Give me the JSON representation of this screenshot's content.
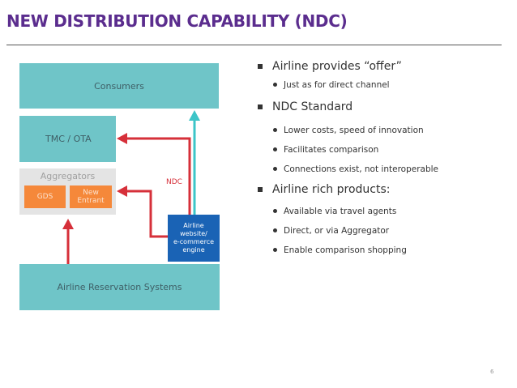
{
  "slide": {
    "title": "NEW DISTRIBUTION CAPABILITY (NDC)",
    "page_number": "6"
  },
  "colors": {
    "title": "#5b2d8e",
    "teal_box": "#6fc5c8",
    "orange_box": "#f5883a",
    "blue_box": "#1a63b5",
    "red_arrow": "#d6303a",
    "teal_arrow": "#3cc5c8",
    "aggregator_panel": "#e4e4e4"
  },
  "diagram": {
    "consumers": "Consumers",
    "tmc_ota": "TMC / OTA",
    "aggregators": "Aggregators",
    "gds": "GDS",
    "new_entrant_line1": "New",
    "new_entrant_line2": "Entrant",
    "ndc_label": "NDC",
    "airline_engine_line1": "Airline",
    "airline_engine_line2": "website/",
    "airline_engine_line3": "e-commerce",
    "airline_engine_line4": "engine",
    "reservation_systems": "Airline Reservation Systems"
  },
  "bullets": [
    {
      "text": "Airline provides “offer”",
      "subitems": [
        "Just as for direct channel"
      ]
    },
    {
      "text": "NDC Standard",
      "subitems": [
        "Lower costs, speed of innovation",
        "Facilitates comparison",
        "Connections exist, not interoperable"
      ]
    },
    {
      "text": "Airline rich products:",
      "subitems": [
        "Available via travel agents",
        "Direct, or via Aggregator",
        "Enable comparison shopping"
      ]
    }
  ]
}
